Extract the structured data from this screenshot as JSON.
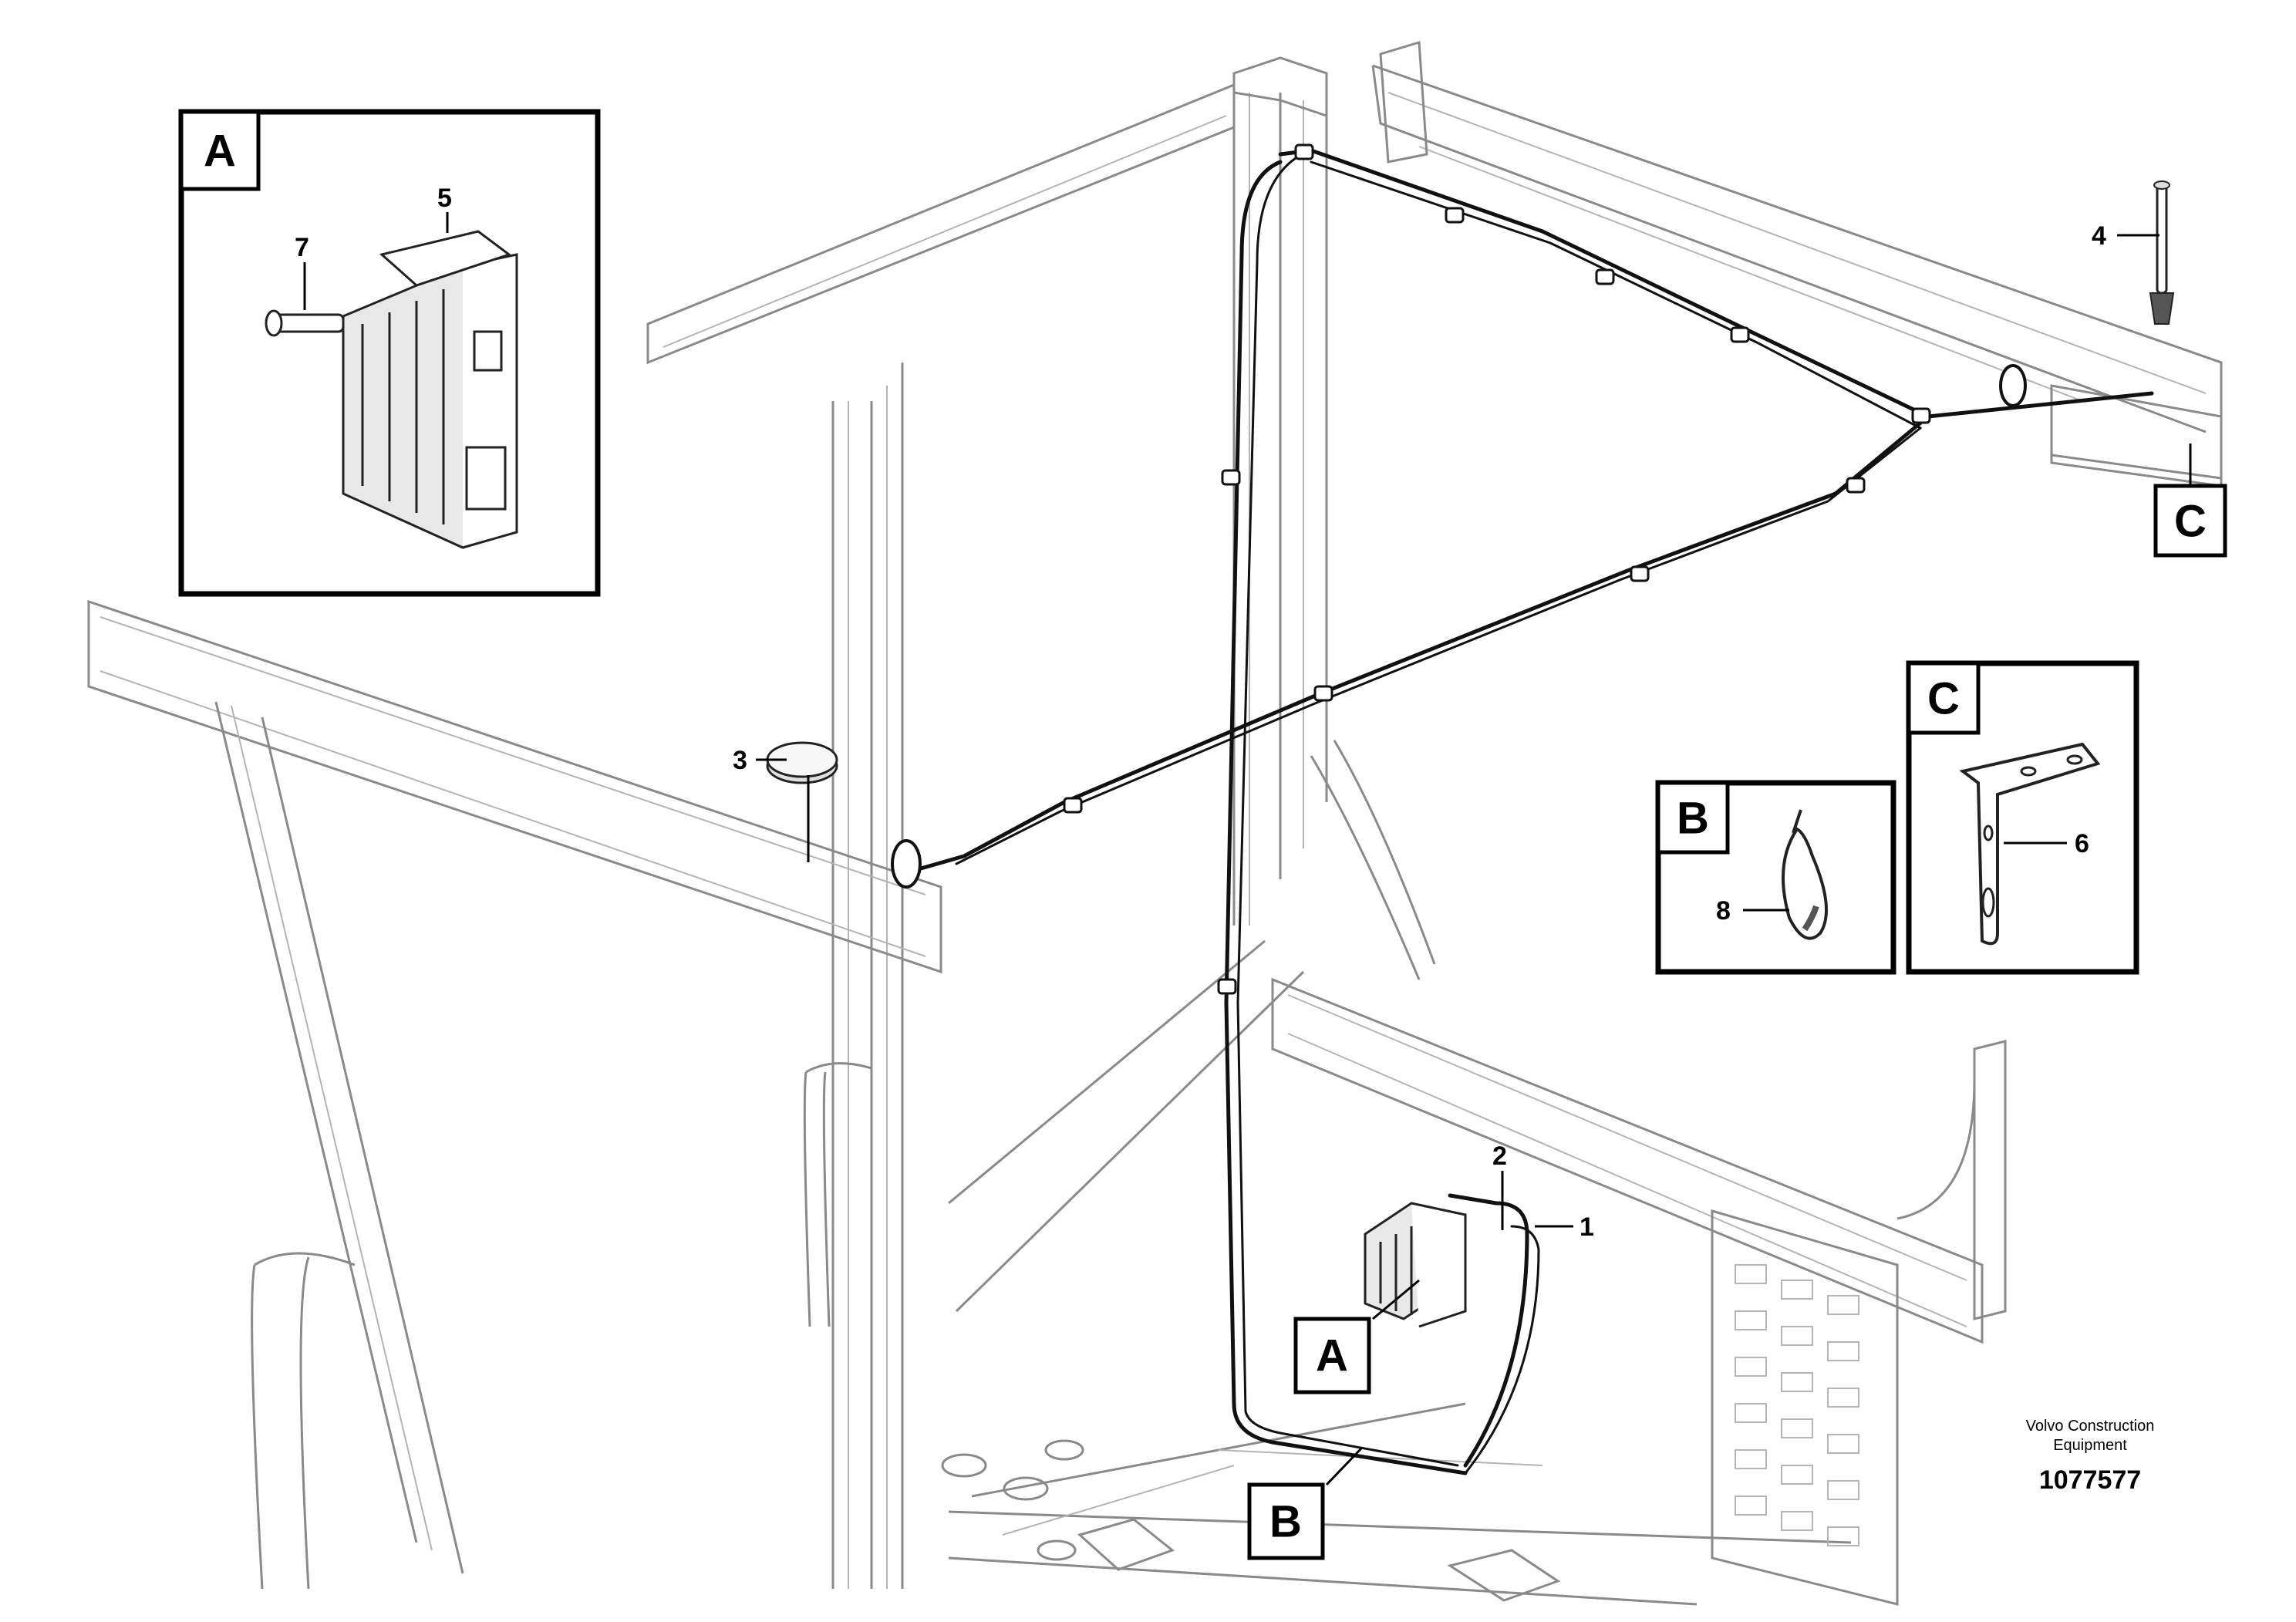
{
  "callouts": {
    "c1": "1",
    "c2": "2",
    "c3": "3",
    "c4": "4",
    "c5": "5",
    "c6": "6",
    "c7": "7",
    "c8": "8"
  },
  "detail_tags": {
    "a_inset": "A",
    "b_inset": "B",
    "c_inset": "C",
    "a_pointer": "A",
    "b_pointer": "B",
    "c_pointer": "C"
  },
  "footer": {
    "company_line1": "Volvo Construction",
    "company_line2": "Equipment",
    "drawing_number": "1077577"
  }
}
